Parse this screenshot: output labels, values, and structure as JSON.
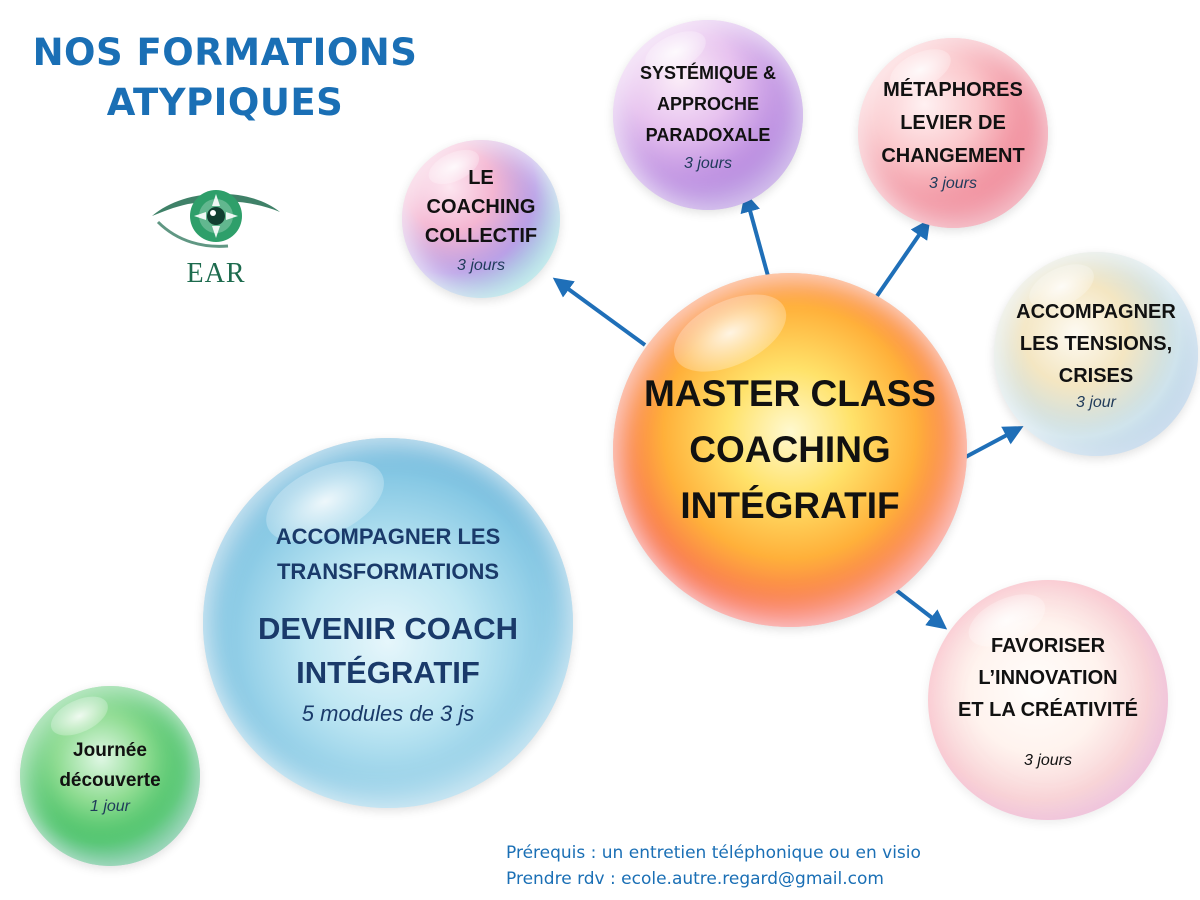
{
  "title": {
    "line1": "NOS FORMATIONS",
    "line2": "ATYPIQUES"
  },
  "logo": {
    "text": "EAR",
    "eye_color": "#2e9f6a",
    "accent": "#1d6b4e",
    "icon": "eye-logo-icon"
  },
  "bubbles": {
    "collectif": {
      "line1": "LE COACHING",
      "line2": "COLLECTIF",
      "duration": "3 jours"
    },
    "systemique": {
      "line1": "SYSTÉMIQUE &",
      "line2": "APPROCHE",
      "line3": "PARADOXALE",
      "duration": "3 jours"
    },
    "metaphores": {
      "line1": "MÉTAPHORES",
      "line2": "LEVIER DE",
      "line3": "CHANGEMENT",
      "duration": "3 jours"
    },
    "tensions": {
      "line1": "ACCOMPAGNER",
      "line2": "LES TENSIONS,",
      "line3": "CRISES",
      "duration": "3 jour"
    },
    "master": {
      "line1": "MASTER CLASS",
      "line2": "COACHING",
      "line3": "INTÉGRATIF"
    },
    "innovation": {
      "line1": "FAVORISER",
      "line2": "L’INNOVATION",
      "line3": "ET LA CRÉATIVITÉ",
      "duration": "3 jours"
    },
    "devenir": {
      "sub1": "ACCOMPAGNER LES",
      "sub2": "TRANSFORMATIONS",
      "main1": "DEVENIR COACH",
      "main2": "INTÉGRATIF",
      "duration": "5 modules de 3 js"
    },
    "journee": {
      "line1": "Journée",
      "line2": "découverte",
      "duration": "1 jour"
    }
  },
  "footer": {
    "line1": "Prérequis : un entretien téléphonique ou en visio",
    "line2": "Prendre rdv : ecole.autre.regard@gmail.com"
  },
  "colors": {
    "title": "#1a6fb5",
    "arrow": "#1f6fb8",
    "footer": "#1a6fb5"
  }
}
